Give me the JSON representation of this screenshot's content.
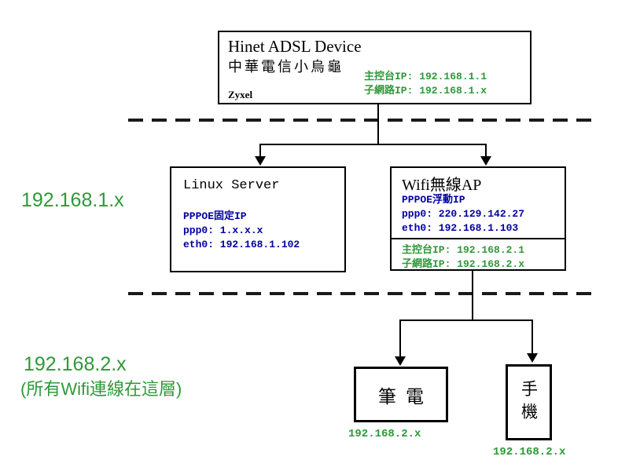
{
  "colors": {
    "annotation_green": "#2e9939",
    "annotation_blue": "#0000a0",
    "line_black": "#000000",
    "background": "#ffffff"
  },
  "network_layers": {
    "layer1_label": "192.168.1.x",
    "layer2_label": "192.168.2.x",
    "layer2_note": "(所有Wifi連線在這層)"
  },
  "adsl_device": {
    "title": "Hinet ADSL Device",
    "subtitle": "中華電信小烏龜",
    "brand": "Zyxel",
    "console_ip": "主控台IP: 192.168.1.1",
    "subnet_ip": "子網路IP: 192.168.1.x"
  },
  "linux_server": {
    "title": "Linux Server",
    "pppoe_type": "PPPOE固定IP",
    "ppp0": "ppp0: 1.x.x.x",
    "eth0": "eth0: 192.168.1.102"
  },
  "wifi_ap": {
    "title": "Wifi無線AP",
    "pppoe_type": "PPPOE浮動IP",
    "ppp0": "ppp0: 220.129.142.27",
    "eth0": "eth0: 192.168.1.103",
    "console_ip": "主控台IP: 192.168.2.1",
    "subnet_ip": "子網路IP: 192.168.2.x"
  },
  "laptop": {
    "title": "筆電",
    "ip": "192.168.2.x"
  },
  "phone": {
    "title": "手機",
    "ip": "192.168.2.x"
  }
}
